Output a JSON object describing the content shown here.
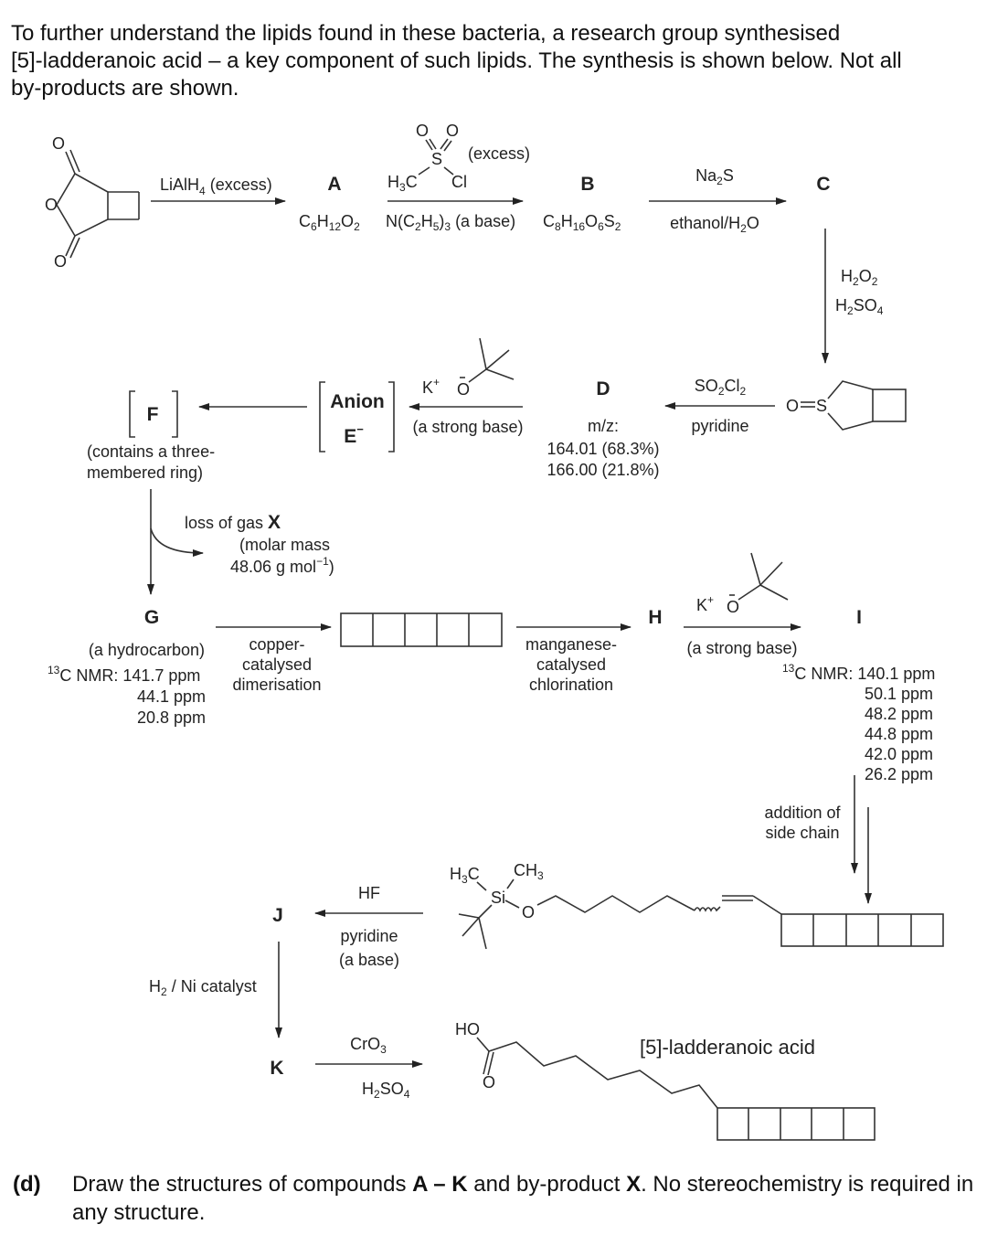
{
  "intro": {
    "line1": "To further understand the lipids found in these bacteria, a research group synthesised",
    "line2": "[5]-ladderanoic acid – a key component of such lipids. The synthesis is shown below. Not all",
    "line3": "by-products are shown."
  },
  "scheme": {
    "step1": {
      "reagent": "LiAlH",
      "reagent_sub": "4",
      "reagent_suffix": " (excess)"
    },
    "A": {
      "label": "A",
      "formula": "C6H12O2"
    },
    "step2": {
      "reagent_top_excess": "(excess)",
      "h3c": "H3C",
      "cl": "Cl",
      "s": "S",
      "o": "O",
      "reagent_bottom": "N(C2H5)3 (a base)"
    },
    "B": {
      "label": "B",
      "formula": "C8H16O6S2"
    },
    "step3": {
      "reagent_top": "Na2S",
      "reagent_bottom": "ethanol/H2O"
    },
    "C": {
      "label": "C"
    },
    "step4": {
      "reagent_top": "H2O2",
      "reagent_bottom": "H2SO4"
    },
    "sulfoxide": {
      "o": "O",
      "s": "S"
    },
    "step5": {
      "reagent_top": "SO2Cl2",
      "reagent_bottom": "pyridine"
    },
    "D": {
      "label": "D",
      "ms_label": "m/z:",
      "ms_peaks": [
        "164.01 (68.3%)",
        "166.00 (21.8%)"
      ]
    },
    "step6": {
      "k_plus": "K",
      "o_minus": "O",
      "reagent_bottom": "(a strong base)"
    },
    "E": {
      "label_top": "Anion",
      "label_bottom": "E"
    },
    "F": {
      "label": "F",
      "note_line1": "(contains a three-",
      "note_line2": "membered ring)"
    },
    "step7": {
      "loss": "loss of gas ",
      "x_label": "X",
      "mass_line1": "(molar mass",
      "mass_line2": "48.06 g mol"
    },
    "G": {
      "label": "G",
      "desc": "(a hydrocarbon)",
      "nmr_label": "C NMR: ",
      "nmr_iso": "13",
      "nmr": [
        "141.7 ppm",
        "44.1 ppm",
        "20.8 ppm"
      ]
    },
    "step8": {
      "lines": [
        "copper-",
        "catalysed",
        "dimerisation"
      ]
    },
    "step9": {
      "lines": [
        "manganese-",
        "catalysed",
        "chlorination"
      ]
    },
    "H": {
      "label": "H"
    },
    "step10": {
      "k_plus": "K",
      "o_minus": "O",
      "reagent_bottom": "(a strong base)"
    },
    "I": {
      "label": "I",
      "nmr_iso": "13",
      "nmr_label": "C NMR: ",
      "nmr": [
        "140.1 ppm",
        "50.1 ppm",
        "48.2 ppm",
        "44.8 ppm",
        "42.0 ppm",
        "26.2 ppm"
      ]
    },
    "step11": {
      "line1": "addition of",
      "line2": "side chain"
    },
    "silyl": {
      "h3c": "H3C",
      "ch3": "CH3",
      "si": "Si",
      "o": "O"
    },
    "step12": {
      "reagent_top": "HF",
      "reagent_bottom_1": "pyridine",
      "reagent_bottom_2": "(a base)"
    },
    "J": {
      "label": "J"
    },
    "step13": {
      "reagent": "H2 / Ni catalyst"
    },
    "K": {
      "label": "K"
    },
    "step14": {
      "reagent_top": "CrO3",
      "reagent_bottom": "H2SO4"
    },
    "product": {
      "ho": "HO",
      "o": "O",
      "name": "[5]-ladderanoic acid"
    }
  },
  "question": {
    "number": "(d)",
    "text_1": "Draw the structures of compounds ",
    "bold_1": "A – K",
    "text_2": " and by-product ",
    "bold_2": "X",
    "text_3": ". No stereochemistry is required in any structure."
  }
}
